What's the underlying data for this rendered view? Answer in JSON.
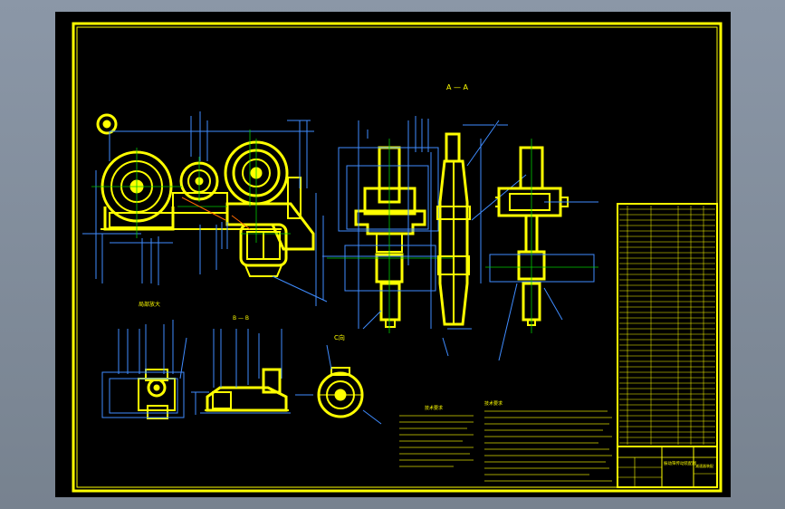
{
  "viewer": {
    "background": "#8b97a7",
    "canvas": "#000000"
  },
  "colors": {
    "frame": "#ffff00",
    "geometry": "#ffff00",
    "dimension": "#3f8cff",
    "centerline": "#00c800",
    "accent": "#ff6a00",
    "text": "#ffff00"
  },
  "drawing": {
    "section_label": "A — A",
    "view_label_b": "B — B",
    "view_label_c": "C向",
    "view_label_d": "局部放大",
    "notes_title_left": "技术要求",
    "notes_title_right": "技术要求",
    "title_block_name": "振动筛传动装配图",
    "title_block_sub": "减速器装配"
  },
  "icons": {
    "zoom": "magnifier-icon"
  }
}
